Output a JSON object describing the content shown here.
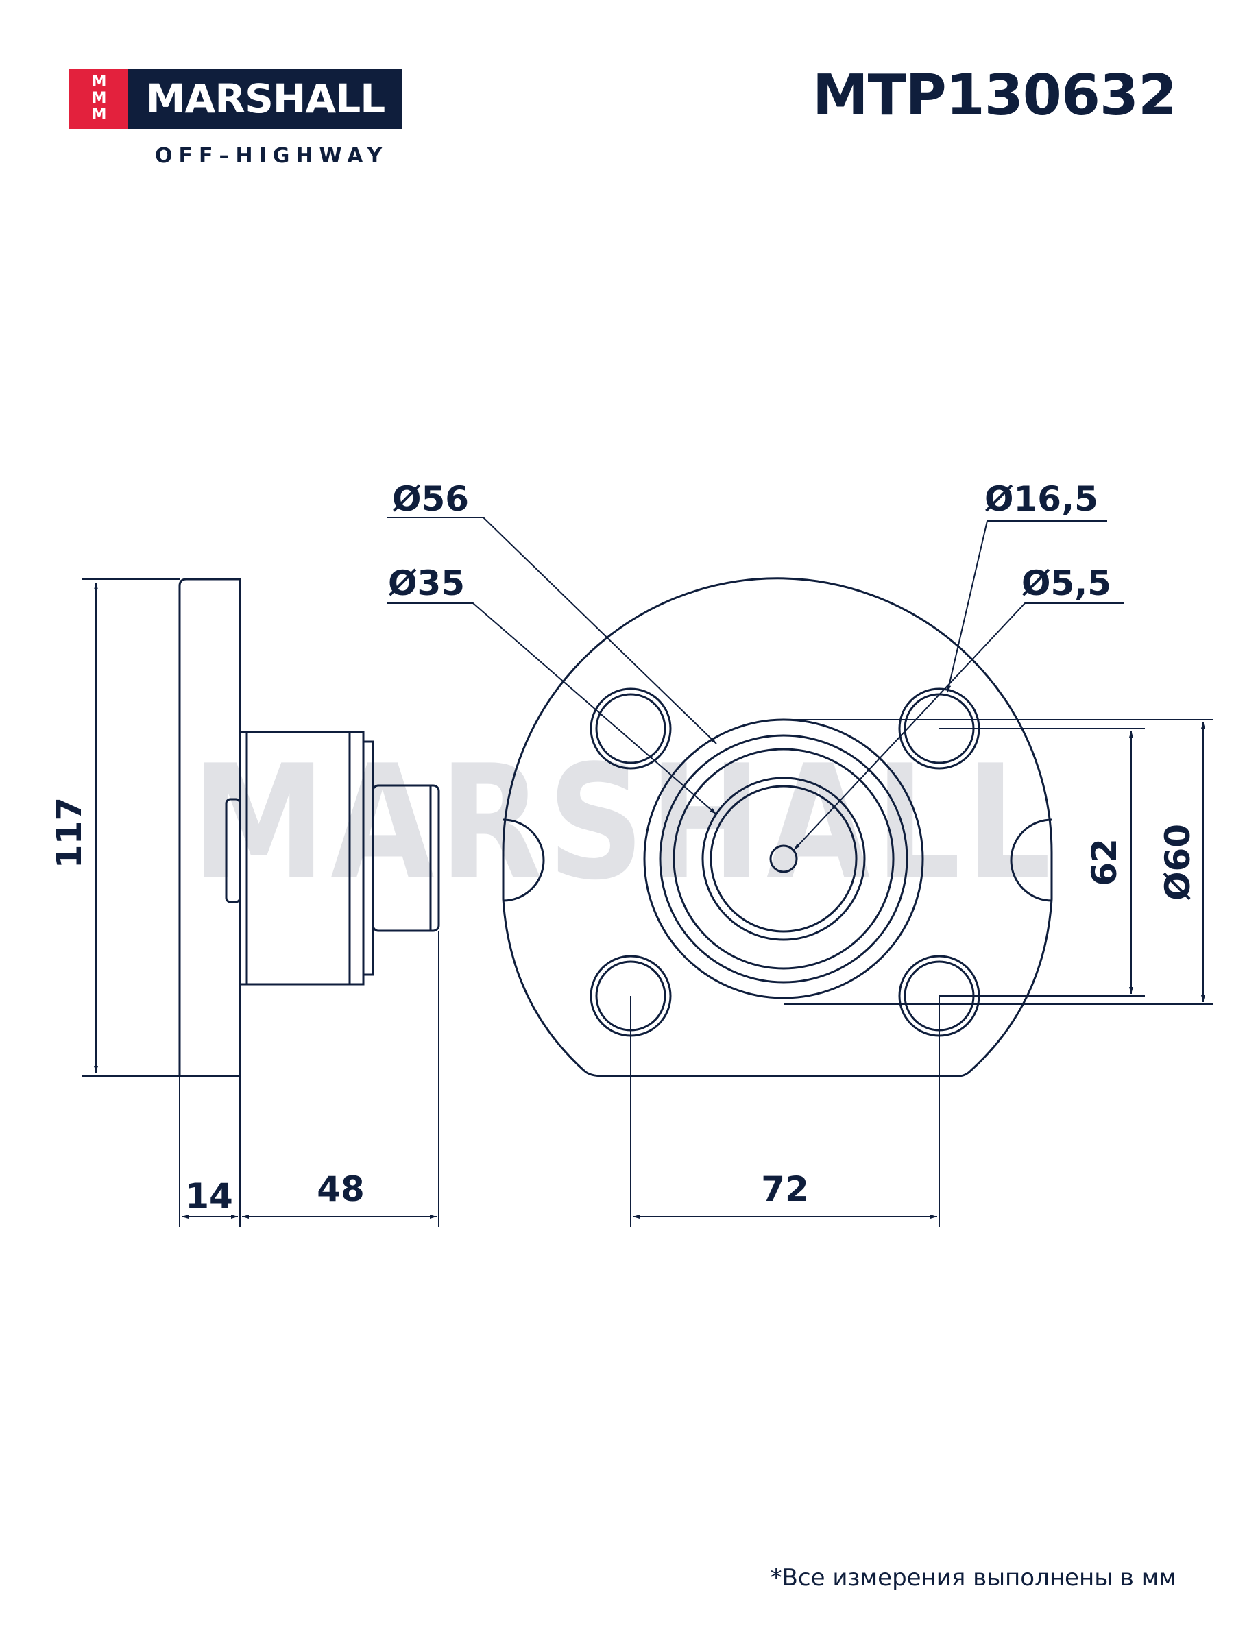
{
  "header": {
    "brand_mark": [
      "M",
      "M",
      "M"
    ],
    "brand_name": "MARSHALL",
    "tagline": "OFF–HIGHWAY",
    "part_number": "MTP130632"
  },
  "watermark": "MARSHALL",
  "dimensions": {
    "overall_height": "117",
    "flange_thickness": "14",
    "body_length": "48",
    "bolt_spacing_horizontal": "72",
    "bolt_spacing_vertical": "62",
    "bore_diameter": "Ø60",
    "outer_ring_diameter": "Ø56",
    "inner_ring_diameter": "Ø35",
    "bolt_hole_diameter": "Ø16,5",
    "center_hole_diameter": "Ø5,5"
  },
  "footnote": "*Все измерения выполнены в мм",
  "colors": {
    "ink": "#0f1e3c",
    "brand_red": "#e3213d",
    "watermark": "#c9ccd3"
  }
}
